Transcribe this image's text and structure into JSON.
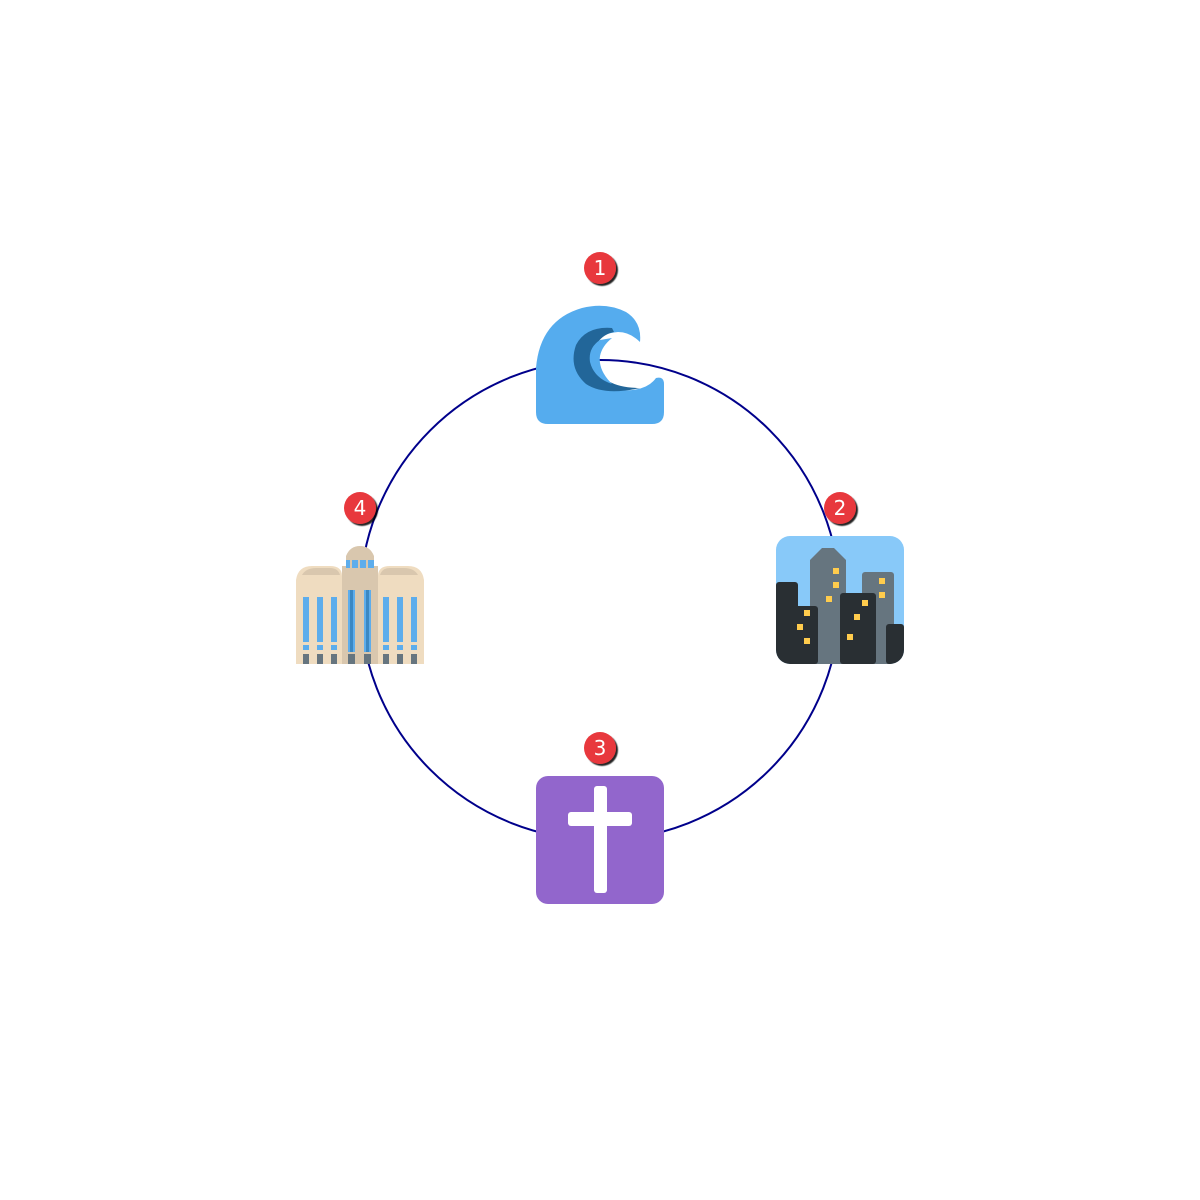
{
  "colors": {
    "cycle_line": "#00008b",
    "badge_fill": "#e8383d",
    "badge_text": "#ffffff"
  },
  "nodes": [
    {
      "step": "1",
      "icon": "water-wave-icon"
    },
    {
      "step": "2",
      "icon": "night-city-icon"
    },
    {
      "step": "3",
      "icon": "latin-cross-icon"
    },
    {
      "step": "4",
      "icon": "office-building-icon"
    }
  ]
}
